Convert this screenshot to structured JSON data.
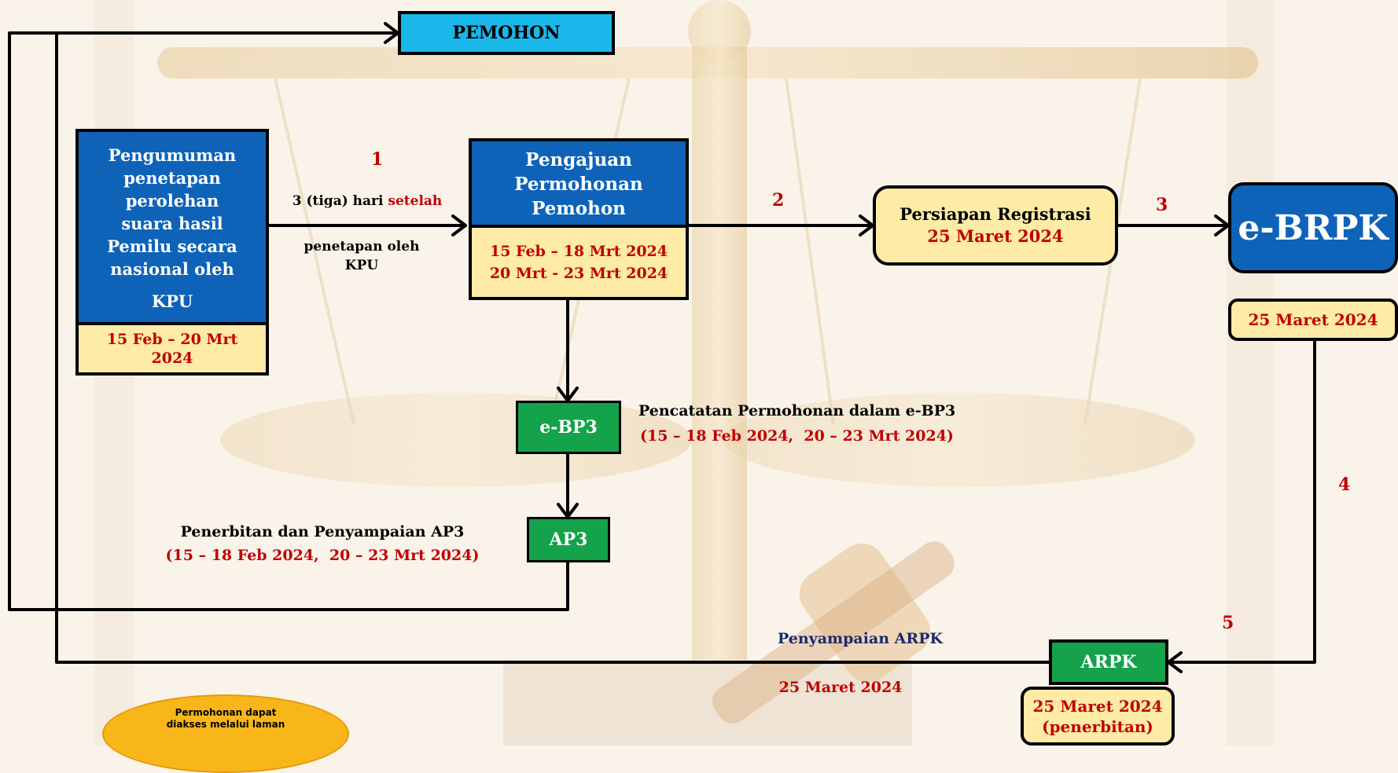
{
  "pemohon": "PEMOHON",
  "pengumuman": {
    "lines": [
      "Pengumuman",
      "penetapan",
      "perolehan",
      "suara hasil",
      "Pemilu secara",
      "nasional oleh"
    ],
    "kpu": "KPU",
    "date_1": "15 Feb – 20 Mrt",
    "date_2": "2024"
  },
  "step1": {
    "number": "1",
    "text_a": "3 (tiga) hari ",
    "text_b": "setelah",
    "text_c": "penetapan oleh",
    "text_d": "KPU"
  },
  "pengajuan": {
    "lines": [
      "Pengajuan",
      "Permohonan",
      "Pemohon"
    ],
    "date_1": "15 Feb – 18 Mrt 2024",
    "date_2": "20 Mrt - 23 Mrt 2024"
  },
  "step2": "2",
  "persiapan": {
    "title": "Persiapan Registrasi",
    "date": "25 Maret 2024"
  },
  "step3": "3",
  "ebrpk": {
    "title": "e-BRPK",
    "date": "25 Maret 2024"
  },
  "ebp3": {
    "label": "e-BP3",
    "desc": "Pencatatan Permohonan dalam e-BP3",
    "dates": "(15 – 18 Feb 2024,  20 – 23 Mrt 2024)"
  },
  "ap3": {
    "label": "AP3",
    "desc": "Penerbitan dan Penyampaian AP3",
    "dates": "(15 – 18 Feb 2024,  20 – 23 Mrt 2024)"
  },
  "step4": "4",
  "step5": "5",
  "arpk": {
    "label": "ARPK",
    "desc": "Penyampaian ARPK",
    "desc_date": "25 Maret 2024",
    "date_1": "25 Maret 2024",
    "date_2": "(penerbitan)"
  },
  "note": {
    "line1": "Permohonan dapat",
    "line2": "diakses melalui laman"
  },
  "colors": {
    "blue": "#0e63b9",
    "cream": "#fdeba6",
    "green": "#14a24a",
    "cyan": "#1ab7ea",
    "red": "#c00000",
    "navy": "#1a2a6c"
  }
}
